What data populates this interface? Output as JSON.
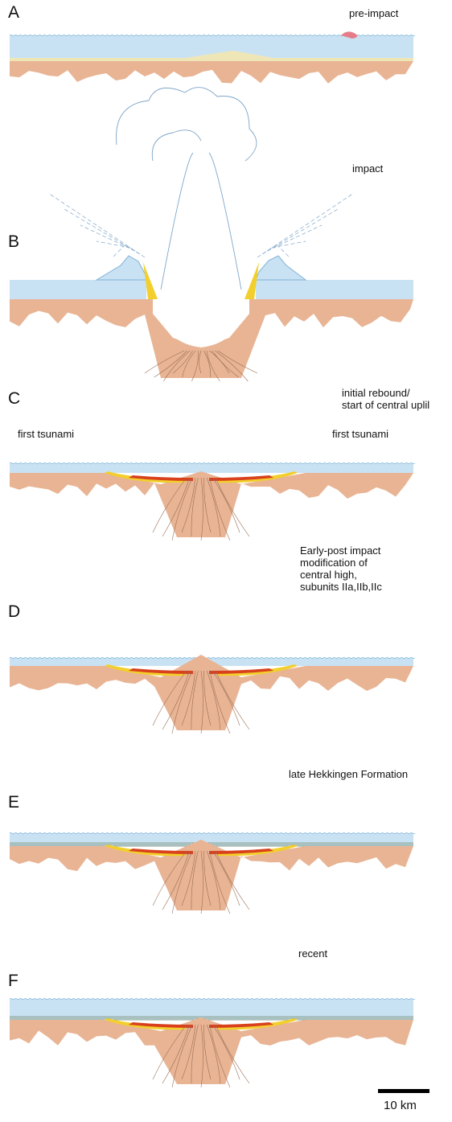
{
  "panels": [
    {
      "letter": "A",
      "stage": "pre-impact"
    },
    {
      "letter": "B",
      "stage": "impact"
    },
    {
      "letter": "C",
      "stage_lines": [
        "initial rebound/",
        "start of central uplil"
      ],
      "side_labels": [
        "first tsunami",
        "first tsunami"
      ]
    },
    {
      "letter": "D",
      "stage_lines": [
        "Early-post impact",
        "modification of",
        "central high,",
        "subunits IIa,IIb,IIc"
      ]
    },
    {
      "letter": "E",
      "stage": "late Hekkingen Formation"
    },
    {
      "letter": "F",
      "stage": "recent"
    }
  ],
  "scale_bar": {
    "label": "10 km"
  },
  "colors": {
    "water": "#c9e2f3",
    "water_edge": "#7fb2d6",
    "sediment": "#efe6b8",
    "basement": "#e8b494",
    "fracture": "#9a6f55",
    "ejecta_yellow": "#f2cf2c",
    "breccia_red": "#d9401c",
    "plume_line": "#7fa6c9",
    "sed_dark": "#6f8a6a"
  }
}
